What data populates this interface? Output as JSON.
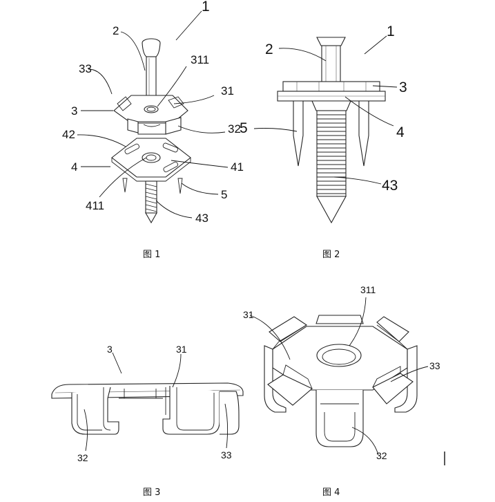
{
  "figures": [
    {
      "caption": "图 1",
      "labels": {
        "l1": "1",
        "l2": "2",
        "l311": "311",
        "l33": "33",
        "l31": "31",
        "l3": "3",
        "l32": "32",
        "l42": "42",
        "l4": "4",
        "l41": "41",
        "l411": "411",
        "l5": "5",
        "l43": "43"
      }
    },
    {
      "caption": "图 2",
      "labels": {
        "l1": "1",
        "l2": "2",
        "l3": "3",
        "l5": "5",
        "l4": "4",
        "l43": "43"
      }
    },
    {
      "caption": "图 3",
      "labels": {
        "l3": "3",
        "l31": "31",
        "l32": "32",
        "l33": "33"
      }
    },
    {
      "caption": "图 4",
      "labels": {
        "l311": "311",
        "l31": "31",
        "l33": "33",
        "l32": "32"
      }
    }
  ]
}
